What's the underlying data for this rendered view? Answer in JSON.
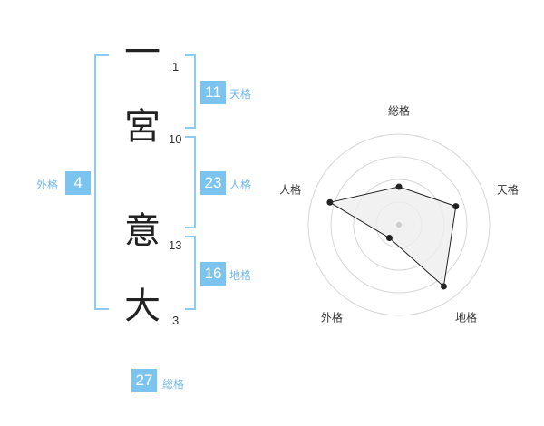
{
  "name": {
    "characters": [
      {
        "char": "一",
        "strokes": "1"
      },
      {
        "char": "宮",
        "strokes": "10"
      },
      {
        "char": "意",
        "strokes": "13"
      },
      {
        "char": "大",
        "strokes": "3"
      }
    ]
  },
  "kaku": {
    "tenkaku": {
      "value": "11",
      "label": "天格"
    },
    "jinkaku": {
      "value": "23",
      "label": "人格"
    },
    "chikaku": {
      "value": "16",
      "label": "地格"
    },
    "gaikaku": {
      "value": "4",
      "label": "外格"
    },
    "soukaku": {
      "value": "27",
      "label": "総格"
    }
  },
  "colors": {
    "accent": "#7cc4f0",
    "bracket": "#8fcaf2",
    "label": "#6fb8ea",
    "radar_fill": "#eeeeee",
    "radar_line": "#222222",
    "ring": "#d6d6d6"
  },
  "chart_data": {
    "type": "radar",
    "axes": [
      "総格",
      "天格",
      "地格",
      "外格",
      "人格"
    ],
    "range": [
      0,
      5
    ],
    "rings": 4,
    "values": [
      2.1,
      3.3,
      4.2,
      0.9,
      4.0
    ]
  }
}
